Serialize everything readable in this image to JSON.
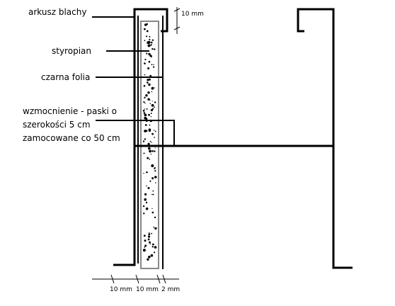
{
  "labels": {
    "sheet": "arkusz blachy",
    "foam": "styropian",
    "foil": "czarna folia",
    "reinforcement": [
      "wzmocnienie - paski o",
      "szerokości 5 cm",
      "zamocowane co 50 cm"
    ]
  },
  "dimensions": {
    "top": "10 mm",
    "bottom": [
      "10 mm",
      "10 mm",
      "2 mm"
    ]
  },
  "colors": {
    "line": "#000000",
    "foil": "#888888",
    "background": "#ffffff"
  }
}
